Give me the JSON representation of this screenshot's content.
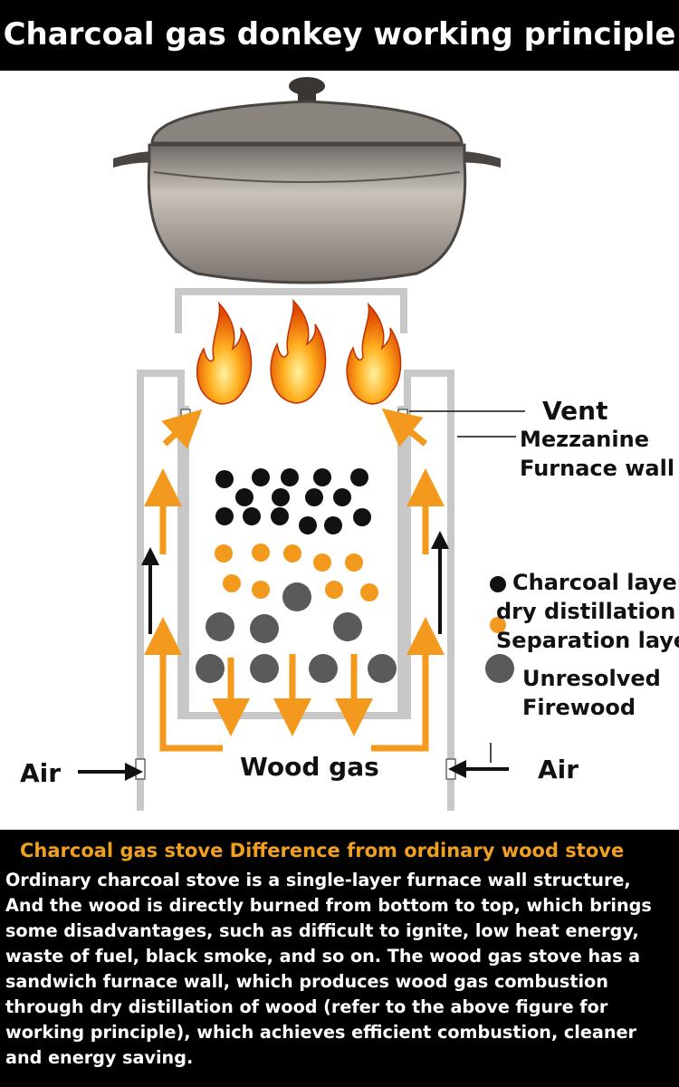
{
  "title": "Charcoal gas donkey working principle",
  "labels": {
    "vent": "Vent",
    "mezzanine": "Mezzanine",
    "furnace_wall": "Furnace wall",
    "charcoal_layer": "Charcoal layer",
    "dry_distillation": "dry distillation",
    "separation_layer": "Separation layer",
    "unresolved": "Unresolved",
    "firewood": "Firewood",
    "air_left": "Air",
    "air_right": "Air",
    "wood_gas": "Wood gas"
  },
  "colors": {
    "orange": "#f39a1e",
    "charcoal": "#111111",
    "firewood": "#5a5a5a",
    "wall": "#c8c8c8",
    "heading": "#f0a020"
  },
  "description": {
    "heading": "Charcoal gas stove Difference from ordinary wood stove",
    "lines": [
      "Ordinary charcoal stove is a single-layer furnace wall structure,",
      "And the wood is directly burned from bottom to top, which brings",
      " some disadvantages, such as difficult to ignite, low heat energy,",
      "waste of fuel, black smoke, and so on. The wood gas stove has a",
      "sandwich furnace wall, which produces wood gas combustion",
      "through dry distillation of wood (refer to the above figure for",
      "working principle), which achieves efficient combustion, cleaner",
      "and energy saving."
    ]
  }
}
